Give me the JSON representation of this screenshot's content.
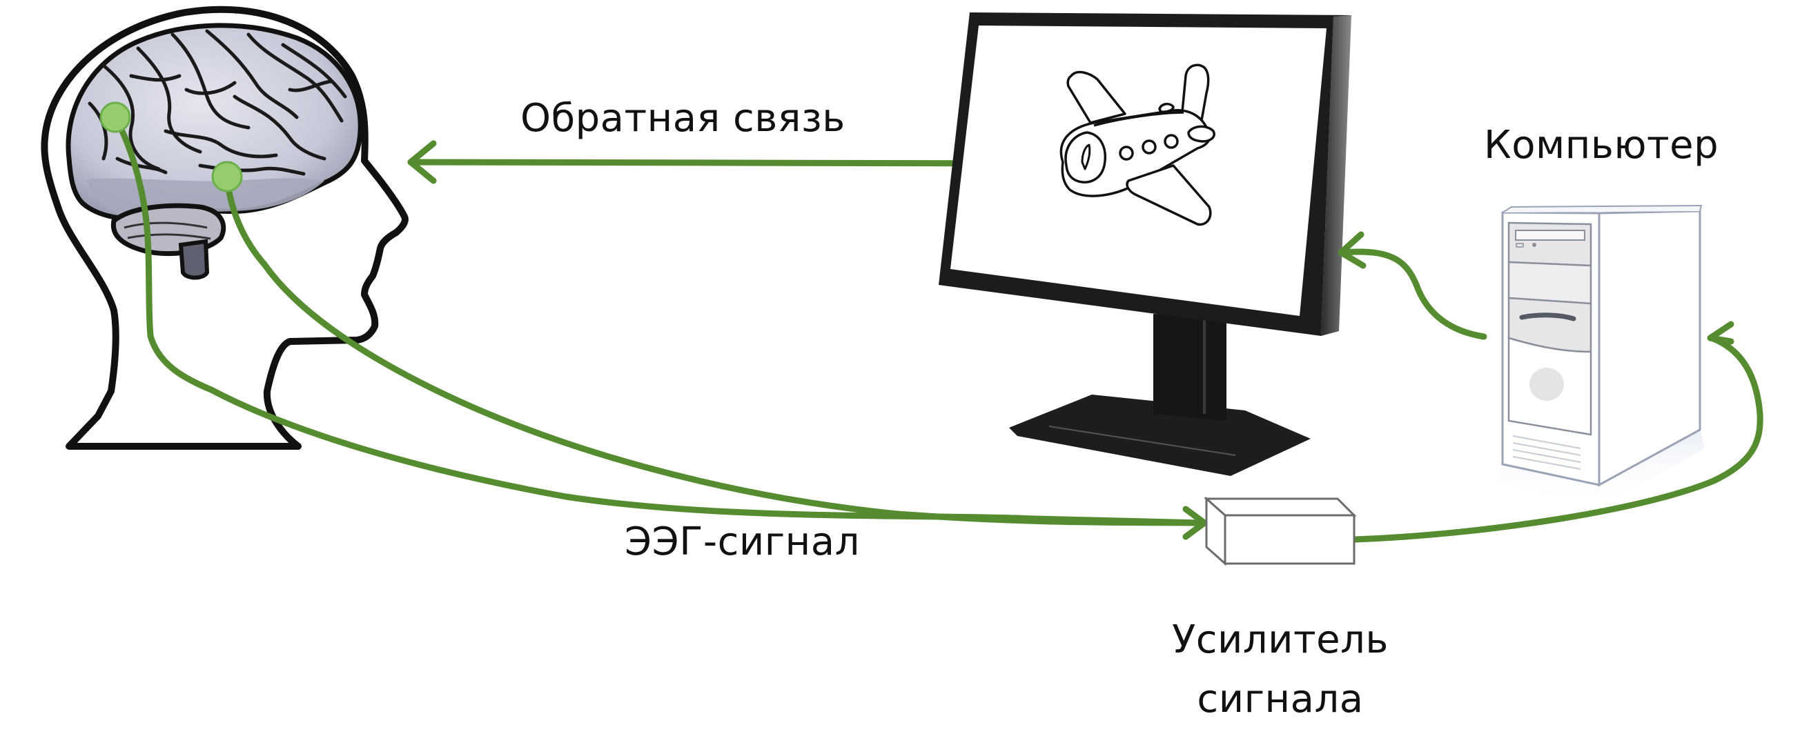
{
  "diagram": {
    "title": "EEG neurofeedback (brain-computer interface) loop",
    "labels": {
      "feedback": "Обратная связь",
      "computer": "Компьютер",
      "eeg_signal": "ЭЭГ-сигнал",
      "amplifier_line1": "Усилитель",
      "amplifier_line2": "сигнала"
    },
    "nodes": [
      {
        "id": "head",
        "name": "Human head with brain and 2 EEG electrodes"
      },
      {
        "id": "amplifier",
        "name": "Signal amplifier box"
      },
      {
        "id": "computer",
        "name": "PC tower"
      },
      {
        "id": "monitor",
        "name": "Monitor showing airplane image"
      }
    ],
    "edges": [
      {
        "from": "head",
        "to": "amplifier",
        "label": "ЭЭГ-сигнал",
        "wires": 2
      },
      {
        "from": "amplifier",
        "to": "computer",
        "label": ""
      },
      {
        "from": "computer",
        "to": "monitor",
        "label": ""
      },
      {
        "from": "monitor",
        "to": "head",
        "label": "Обратная связь"
      }
    ],
    "electrodes": 2,
    "screen_image": "airplane-icon",
    "colors": {
      "arrow": "#548C2F",
      "electrode_fill": "#96CC6E",
      "electrode_stroke": "#6BAF4A",
      "brain": "#C9CBDA",
      "outline": "#111111",
      "monitor": "#1C1C1C",
      "tower_outline": "#9AA3B5"
    }
  }
}
